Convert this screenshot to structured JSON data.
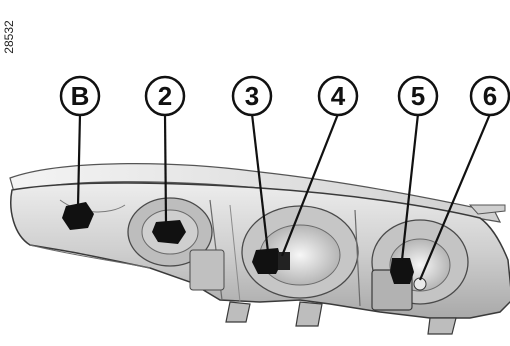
{
  "figure": {
    "reference_number": "28532",
    "callouts": [
      {
        "id": "B",
        "label": "B"
      },
      {
        "id": "2",
        "label": "2"
      },
      {
        "id": "3",
        "label": "3"
      },
      {
        "id": "4",
        "label": "4"
      },
      {
        "id": "5",
        "label": "5"
      },
      {
        "id": "6",
        "label": "6"
      }
    ]
  },
  "colors": {
    "housing": "#d6d6d6",
    "housing_dark": "#9a9a9a",
    "outline": "#3a3a3a",
    "connector": "#111111",
    "callout_stroke": "#111111"
  }
}
